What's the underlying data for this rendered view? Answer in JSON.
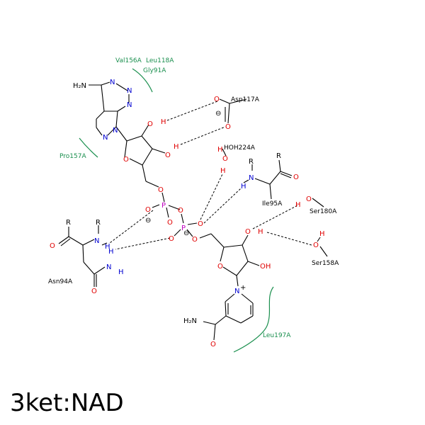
{
  "title": "3ket:NAD",
  "residues": {
    "val156": "Val156A",
    "leu118": "Leu118A",
    "gly91": "Gly91A",
    "pro157": "Pro157A",
    "asp117": "Asp117A",
    "hoh224": "HOH224A",
    "ile95": "Ile95A",
    "ser180": "Ser180A",
    "ser158": "Ser158A",
    "asn94": "Asn94A",
    "leu197": "Leu197A"
  },
  "atoms": {
    "h2n": "H₂N",
    "nh2": "NH₂"
  },
  "colors": {
    "oxygen": "#e00000",
    "nitrogen": "#0000d0",
    "phosphorus": "#c000c0",
    "hydrophobic": "#1a8f4e",
    "carbon": "#000000"
  }
}
